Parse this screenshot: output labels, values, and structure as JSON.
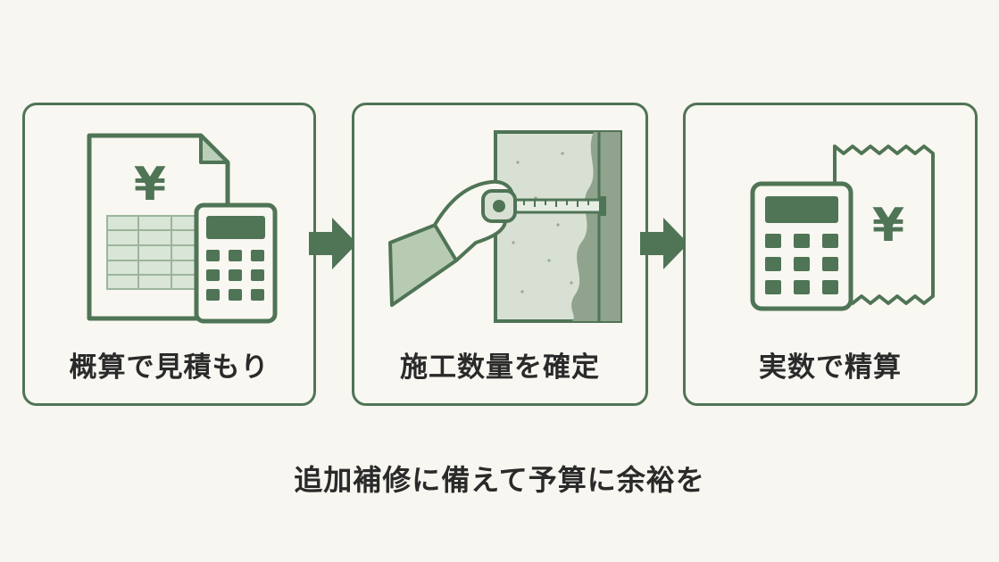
{
  "steps": [
    {
      "label": "概算で見積もり",
      "icon": "estimate-document-calculator-icon",
      "symbol": "¥"
    },
    {
      "label": "施工数量を確定",
      "icon": "tape-measure-wall-icon"
    },
    {
      "label": "実数で精算",
      "icon": "calculator-receipt-icon",
      "symbol": "¥"
    }
  ],
  "footer": "追加補修に備えて予算に余裕を",
  "colors": {
    "accent": "#4f7456",
    "accent_light": "#c8d9c8",
    "background": "#f8f6f0",
    "text": "#2a2a2a"
  }
}
